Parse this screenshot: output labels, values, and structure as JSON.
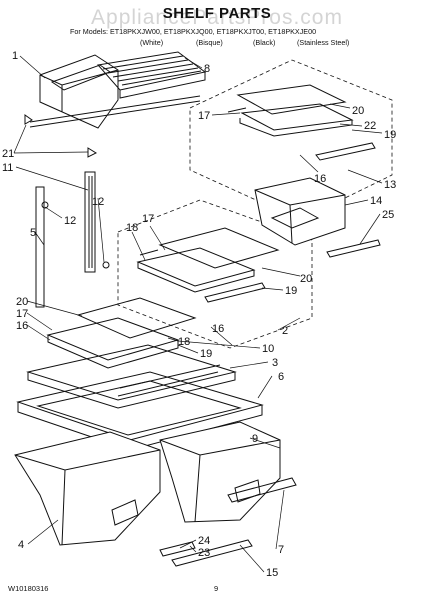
{
  "header": {
    "title": "SHELF PARTS",
    "watermark": "AppliancePartsPros.com",
    "models_prefix": "For Models: ET18PKXJW00, ET18PKXJQ00, ET18PKXJT00, ET18PKXJE00",
    "variants": [
      "(White)",
      "(Bisque)",
      "(Black)",
      "(Stainless Steel)"
    ]
  },
  "callouts": [
    "1",
    "8",
    "17",
    "20",
    "22",
    "19",
    "21",
    "11",
    "12",
    "5",
    "12",
    "18",
    "17",
    "16",
    "13",
    "14",
    "25",
    "20",
    "19",
    "20",
    "17",
    "16",
    "16",
    "18",
    "19",
    "10",
    "3",
    "6",
    "2",
    "9",
    "4",
    "24",
    "23",
    "7",
    "15"
  ],
  "footer": {
    "part_number": "W10180316",
    "page": "9"
  },
  "colors": {
    "line": "#111111",
    "background": "#ffffff"
  }
}
